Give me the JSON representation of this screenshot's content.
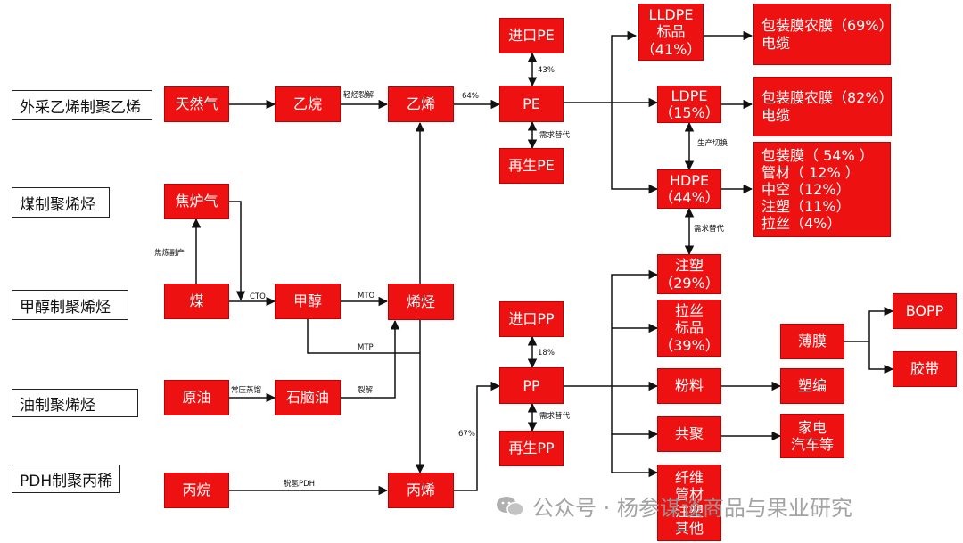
{
  "labels": {
    "ethylene_import": "外采乙烯制聚乙烯",
    "coal": "煤制聚烯烃",
    "methanol": "甲醇制聚烯烃",
    "oil": "油制聚烯烃",
    "pdh": "PDH制聚丙稀"
  },
  "nodes": {
    "natural_gas": [
      "天然气"
    ],
    "ethane": [
      "乙烷"
    ],
    "ethylene": [
      "乙烯"
    ],
    "import_pe": [
      "进口PE"
    ],
    "pe": [
      "PE"
    ],
    "recycled_pe": [
      "再生PE"
    ],
    "lldpe": [
      "LLDPE",
      "标品",
      "（41%）"
    ],
    "ldpe": [
      "LDPE",
      "（15%）"
    ],
    "hdpe": [
      "HDPE",
      "（44%）"
    ],
    "lldpe_use": [
      "包装膜农膜（69%）",
      "电缆"
    ],
    "ldpe_use": [
      "包装膜农膜（82%）",
      "电缆"
    ],
    "hdpe_use": [
      "包装膜（ 54% ）",
      "管材（ 12% ）",
      "中空（12%）",
      "注塑（11%）",
      "拉丝（4%）"
    ],
    "coke_gas": [
      "焦炉气"
    ],
    "coal": [
      "煤"
    ],
    "methanol": [
      "甲醇"
    ],
    "olefins": [
      "烯烃"
    ],
    "crude_oil": [
      "原油"
    ],
    "naphtha": [
      "石脑油"
    ],
    "propane": [
      "丙烷"
    ],
    "propylene": [
      "丙烯"
    ],
    "import_pp": [
      "进口PP"
    ],
    "pp": [
      "PP"
    ],
    "recycled_pp": [
      "再生PP"
    ],
    "injection": [
      "注塑",
      "（29%）"
    ],
    "drawing": [
      "拉丝",
      "标品",
      "（39%）"
    ],
    "powder": [
      "粉料"
    ],
    "copolymer": [
      "共聚"
    ],
    "other": [
      "纤维",
      "管材",
      "注塑",
      "其他"
    ],
    "film": [
      "薄膜"
    ],
    "woven": [
      "塑编"
    ],
    "appliance": [
      "家电",
      "汽车等"
    ],
    "bopp": [
      "BOPP"
    ],
    "tape": [
      "胶带"
    ]
  },
  "edge_labels": {
    "cracking_light": "轻烃裂解",
    "pct_64": "64%",
    "pct_43": "43%",
    "demand_sub": "需求替代",
    "prod_switch": "生产切换",
    "demand_sub_hdpe": "需求替代",
    "coking_byproduct": "焦炼副产",
    "cto": "CTO",
    "mto": "MTO",
    "mtp": "MTP",
    "atm_distill": "常压蒸馏",
    "cracking": "裂解",
    "dehydro": "脱氢PDH",
    "pct_67": "67%",
    "pct_18": "18%",
    "demand_sub_pp": "需求替代"
  },
  "watermark": "公众号 · 杨参谋谈商品与果业研究",
  "colors": {
    "node": "#ee1111",
    "line": "#111111",
    "watermark": "#9a9a9a"
  }
}
